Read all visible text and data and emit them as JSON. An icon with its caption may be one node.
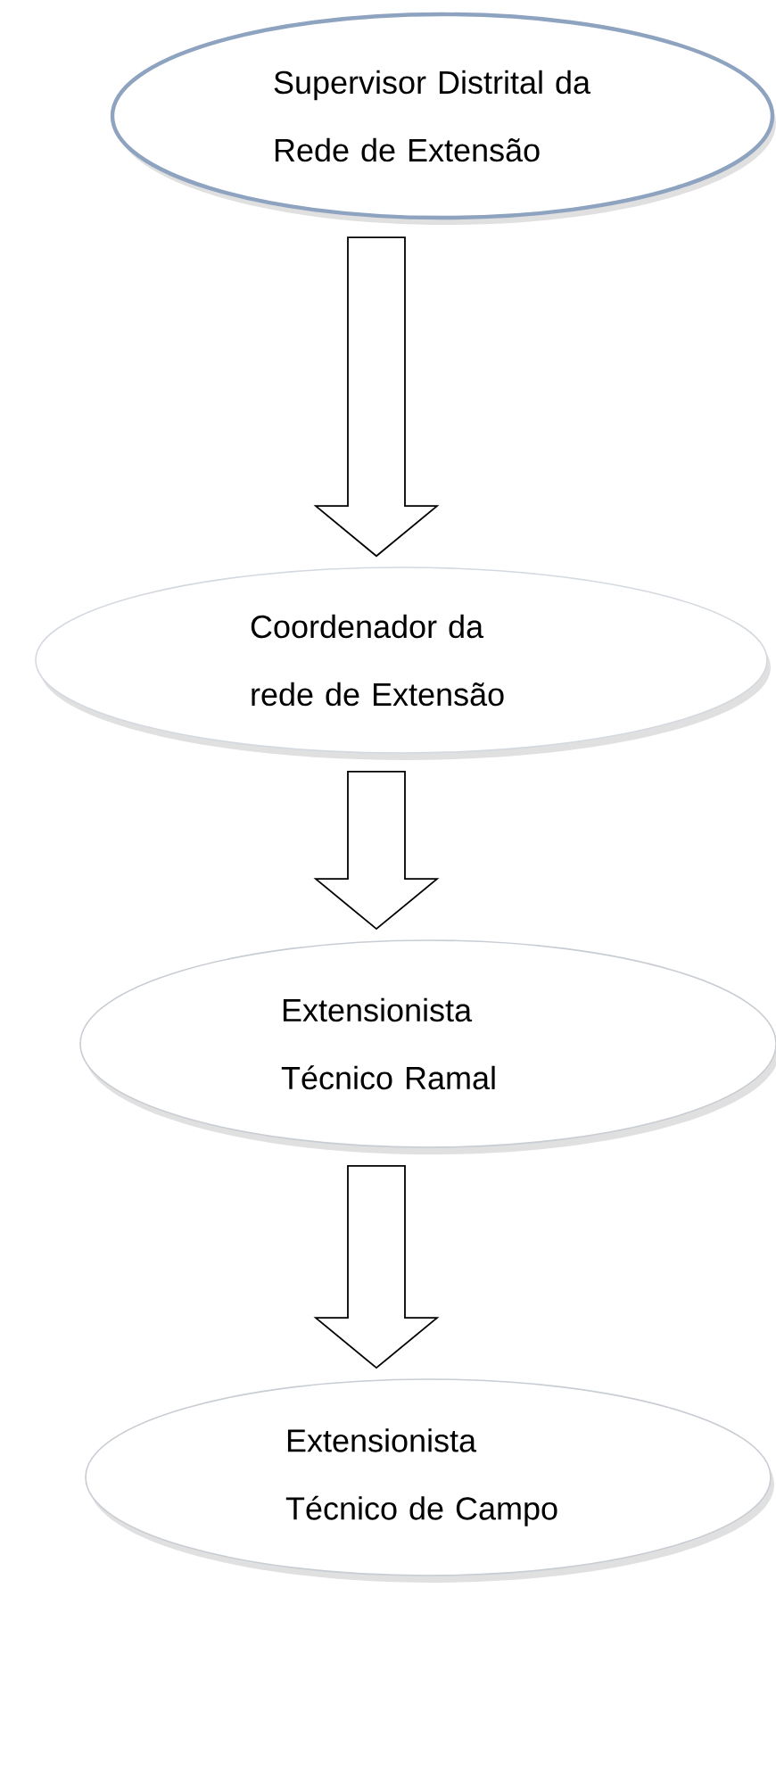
{
  "diagram": {
    "nodes": [
      {
        "text": [
          "Supervisor Distrital da Rede de Extensão"
        ]
      },
      {
        "text": [
          "Coordenador da rede de Extensão"
        ]
      },
      {
        "text": [
          "Extensionista Técnico Ramal"
        ]
      },
      {
        "text": [
          "Extensionista Técnico de Campo"
        ]
      }
    ],
    "edges": [
      {
        "from": 0,
        "to": 1,
        "arrow": "to"
      },
      {
        "from": 1,
        "to": 2,
        "arrow": "to"
      },
      {
        "from": 2,
        "to": 3,
        "arrow": "to"
      }
    ]
  }
}
